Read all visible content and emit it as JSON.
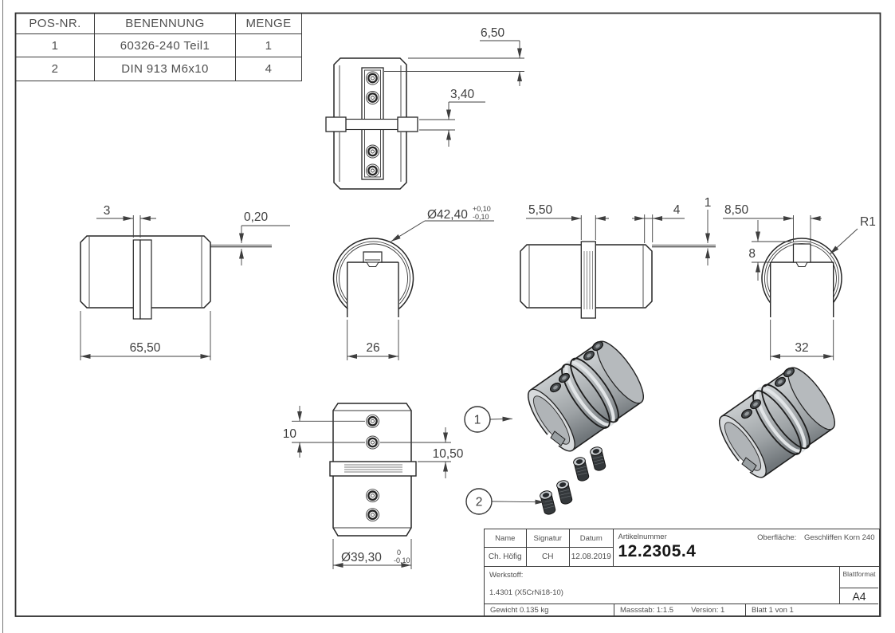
{
  "bom": {
    "headers": [
      "POS-NR.",
      "BENENNUNG",
      "MENGE"
    ],
    "rows": [
      {
        "pos": "1",
        "name": "60326-240 Teil1",
        "qty": "1"
      },
      {
        "pos": "2",
        "name": "DIN 913 M6x10",
        "qty": "4"
      }
    ]
  },
  "dims": {
    "d650": "6,50",
    "d340": "3,40",
    "d3": "3",
    "d020": "0,20",
    "d6550": "65,50",
    "dia4240": "Ø42,40",
    "tp": "+0,10",
    "tm": "-0,10",
    "d26": "26",
    "d550": "5,50",
    "d4": "4",
    "d1": "1",
    "d850": "8,50",
    "d8": "8",
    "r1": "R1",
    "d32": "32",
    "d10": "10",
    "d1050": "10,50",
    "dia3930": "Ø39,30",
    "t0": "0",
    "tm2": "-0,10"
  },
  "balloons": {
    "b1": "1",
    "b2": "2"
  },
  "title_block": {
    "name_label": "Name",
    "signatur_label": "Signatur",
    "datum_label": "Datum",
    "name": "Ch. Höfig",
    "signatur": "CH",
    "datum": "12.08.2019",
    "artikelnummer_label": "Artikelnummer",
    "artikelnummer": "12.2305.4",
    "oberflaeche_label": "Oberfläche:",
    "oberflaeche_value": "Geschliffen Korn 240",
    "werkstoff_label": "Werkstoff:",
    "werkstoff_value": "1.4301 (X5CrNi18-10)",
    "blattformat_label": "Blattformat",
    "blattformat_value": "A4",
    "gewicht": "Gewicht 0.135 kg",
    "massstab": "Massstab: 1:1.5",
    "version": "Version: 1",
    "blatt": "Blatt 1 von 1"
  }
}
